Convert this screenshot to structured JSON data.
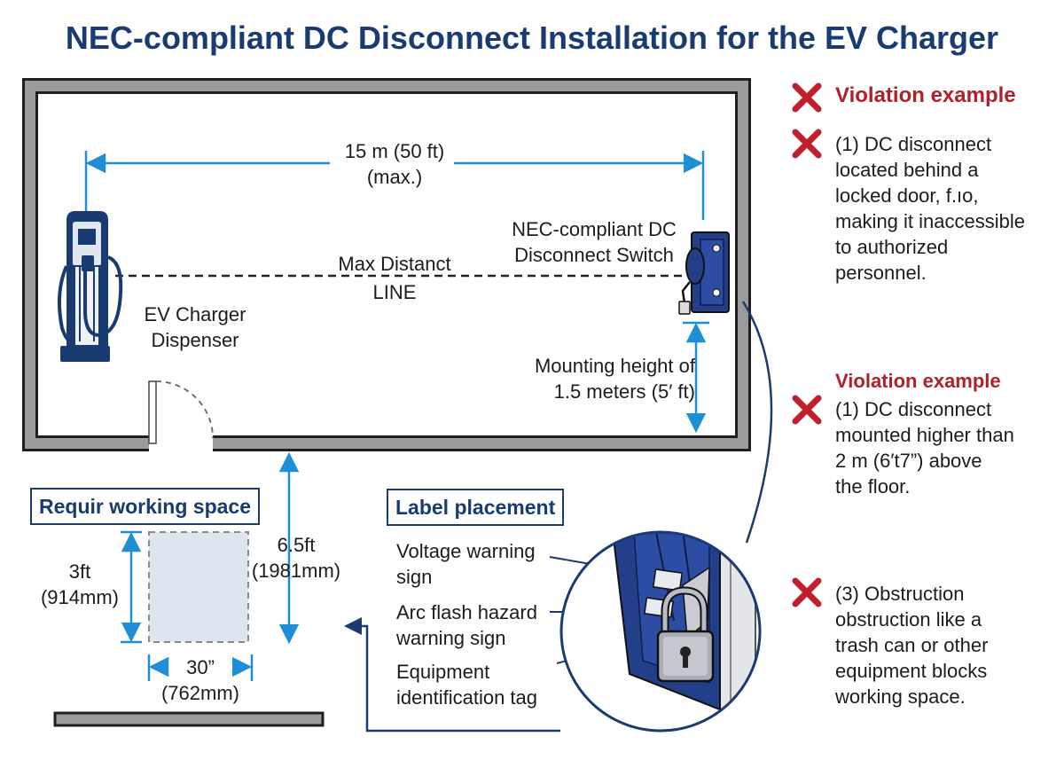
{
  "title": "NEC-compliant DC Disconnect Installation for the EV Charger",
  "labels": {
    "distance_line1": "15 m (50 ft)",
    "distance_line2": "(max.)",
    "max_distance_line1": "Max Distanct",
    "max_distance_line2": "LINE",
    "disconnect_line1": "NEC-compliant DC",
    "disconnect_line2": "Disconnect Switch",
    "charger_line1": "EV Charger",
    "charger_line2": "Dispenser",
    "mounting_line1": "Mounting height of",
    "mounting_line2": "1.5 meters (5′ ft)",
    "working_space_title": "Requir working space",
    "depth_line1": "3ft",
    "depth_line2": "(914mm)",
    "height_line1": "6.5ft",
    "height_line2": "(1981mm)",
    "width_line1": "30”",
    "width_line2": "(762mm)",
    "label_placement_title": "Label placement",
    "voltage_line1": "Voltage warning",
    "voltage_line2": "sign",
    "arc_line1": "Arc flash hazard",
    "arc_line2": "warning sign",
    "equip_line1": "Equipment",
    "equip_line2": "identification tag"
  },
  "violations": {
    "header1": "Violation example",
    "item1": [
      "(1) DC disconnect",
      "located behind a",
      "locked door, f.ıo,",
      "making it inaccessible",
      "to authorized",
      "personnel."
    ],
    "header2": "Violation example",
    "item2": [
      "(1) DC disconnect",
      "mounted higher than",
      "2 m  (6′t7”) above",
      "the floor."
    ],
    "item3": [
      "(3) Obstruction",
      "obstruction like a",
      "trash can or other",
      "equipment blocks",
      "working space."
    ]
  },
  "colors": {
    "navy": "#1a3a72",
    "accent_blue": "#1e8fd6",
    "violation_red": "#c0202b",
    "wall_gray": "#9b9b9b",
    "space_fill": "#dde5ef"
  },
  "icons": [
    "ev-charger-icon",
    "disconnect-switch-icon",
    "padlock-icon",
    "x-mark-icon"
  ]
}
